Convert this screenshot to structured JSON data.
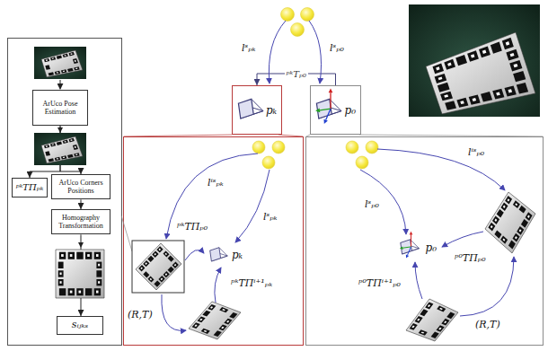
{
  "diagram": {
    "nodes": [
      {
        "text": [
          "ArUco Pose Estimation"
        ]
      },
      {
        "text": [
          "ᵖᵏTΠₚₖ"
        ]
      },
      {
        "text": [
          "ArUco Corners Positions"
        ]
      },
      {
        "text": [
          "Homography Transformation"
        ]
      },
      {
        "text": [
          "sᵢⱼₖₛ"
        ]
      },
      {
        "text": [
          "pₖ"
        ]
      },
      {
        "text": [
          "p₀"
        ]
      },
      {
        "text": [
          "pₖ"
        ]
      },
      {
        "text": [
          "p₀"
        ]
      }
    ],
    "edges": [
      {
        "from": 0,
        "to": 1,
        "arrow": "to"
      },
      {
        "from": 0,
        "to": 2,
        "arrow": "to"
      },
      {
        "from": 2,
        "to": 3,
        "arrow": "to"
      },
      {
        "from": 3,
        "to": 4,
        "arrow": "to"
      },
      {
        "from": 6,
        "to": 5,
        "label": "ᵖᵏTₚ₀",
        "arrow": "to"
      }
    ],
    "labels": [
      "lˢₚₖ",
      "lˢₚ₀",
      "lⁱˢₚₖ",
      "lˢₚₖ",
      "ᵖᵏTΠₚ₀",
      "ᵖᵏTΠⁱ⁺¹ₚₖ",
      "(R,T)",
      "lⁱˢₚ₀",
      "lˢₚ₀",
      "ᵖ⁰TΠₚ₀",
      "ᵖ⁰TΠⁱ⁺¹ₚ₀",
      "(R,T)"
    ]
  }
}
